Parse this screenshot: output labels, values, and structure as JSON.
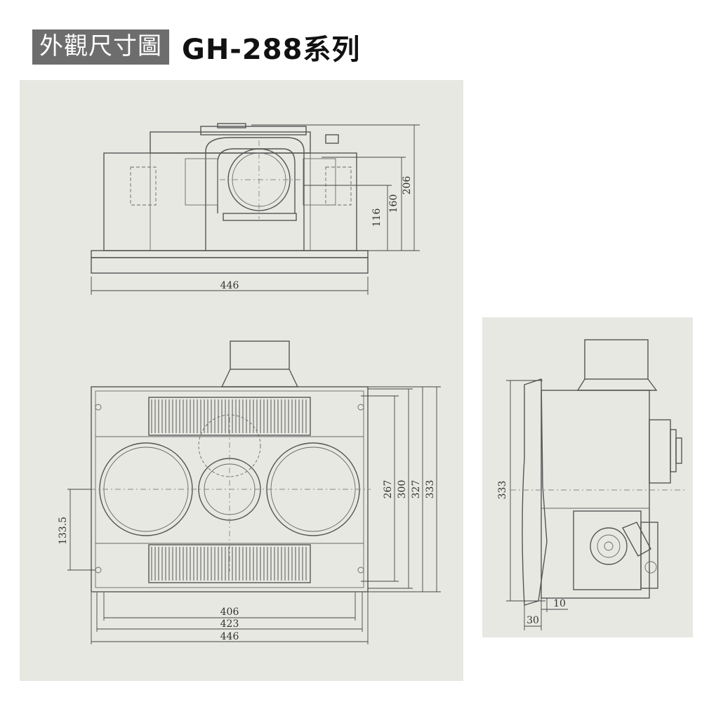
{
  "header": {
    "tag_label": "外觀尺寸圖",
    "model_label": "GH-288系列"
  },
  "dimensions": {
    "top_view": {
      "width": "446",
      "h116": "116",
      "h160": "160",
      "h206": "206"
    },
    "front_view": {
      "w406": "406",
      "w423": "423",
      "w446": "446",
      "h267": "267",
      "h300": "300",
      "h327": "327",
      "h333": "333",
      "offset": "133.5"
    },
    "side_view": {
      "height": "333",
      "d10": "10",
      "d30": "30"
    }
  }
}
